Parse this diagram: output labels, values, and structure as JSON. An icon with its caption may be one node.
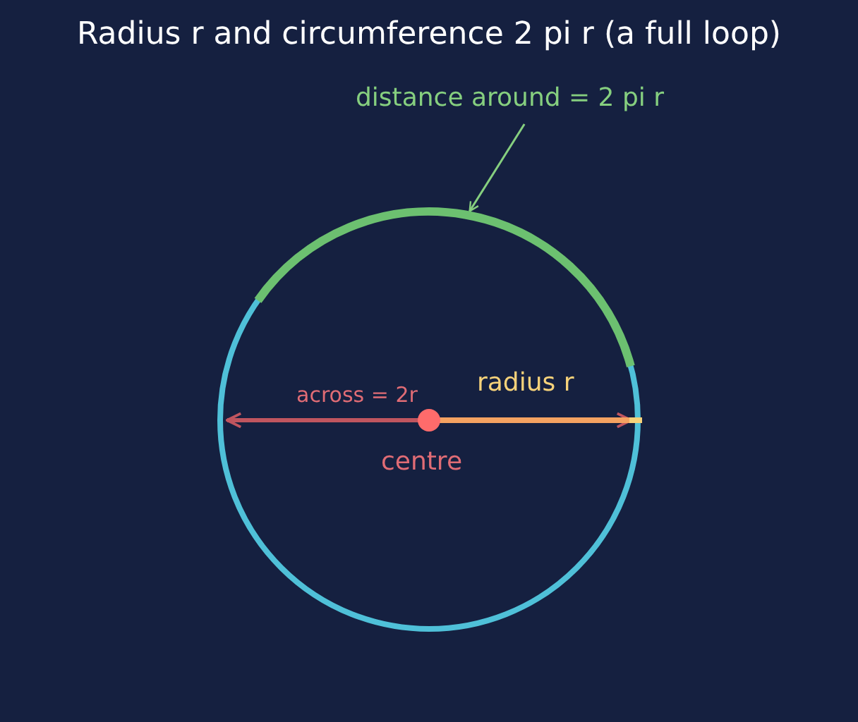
{
  "diagram": {
    "title": "Radius r and circumference 2 pi r (a full loop)",
    "nodes": [
      {
        "text": [
          "distance around = 2 pi r"
        ]
      },
      {
        "text": [],
        "shape": "arc"
      }
    ],
    "edges": [
      {
        "from": 0,
        "to": 1,
        "arrow": "to"
      }
    ],
    "labels": [
      "radius r",
      "across = 2r",
      "centre"
    ]
  }
}
